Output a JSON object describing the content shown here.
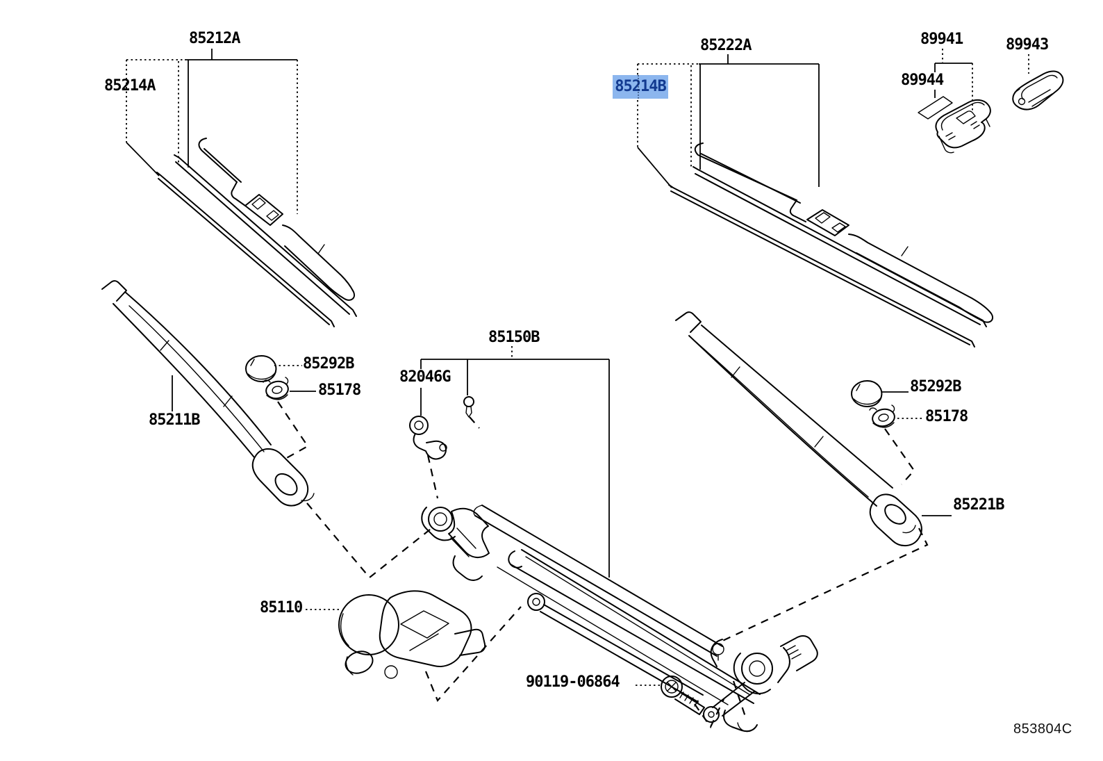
{
  "figure_code": "853804C",
  "colors": {
    "highlight_bg": "#8CB6EE",
    "highlight_fg": "#123A90",
    "line": "#000000",
    "background": "#FFFFFF"
  },
  "labels": {
    "blade_assy_left": "85212A",
    "blade_rubber_left": "85214A",
    "blade_assy_right": "85222A",
    "blade_rubber_right": "85214B",
    "connector": "89941",
    "packing": "89944",
    "clip": "89943",
    "cap_left": "85292B",
    "nut_left": "85178",
    "arm_left": "85211B",
    "link": "85150B",
    "clamp": "82046G",
    "cap_right": "85292B",
    "nut_right": "85178",
    "arm_right": "85221B",
    "motor": "85110",
    "bolt": "90119-06864"
  }
}
